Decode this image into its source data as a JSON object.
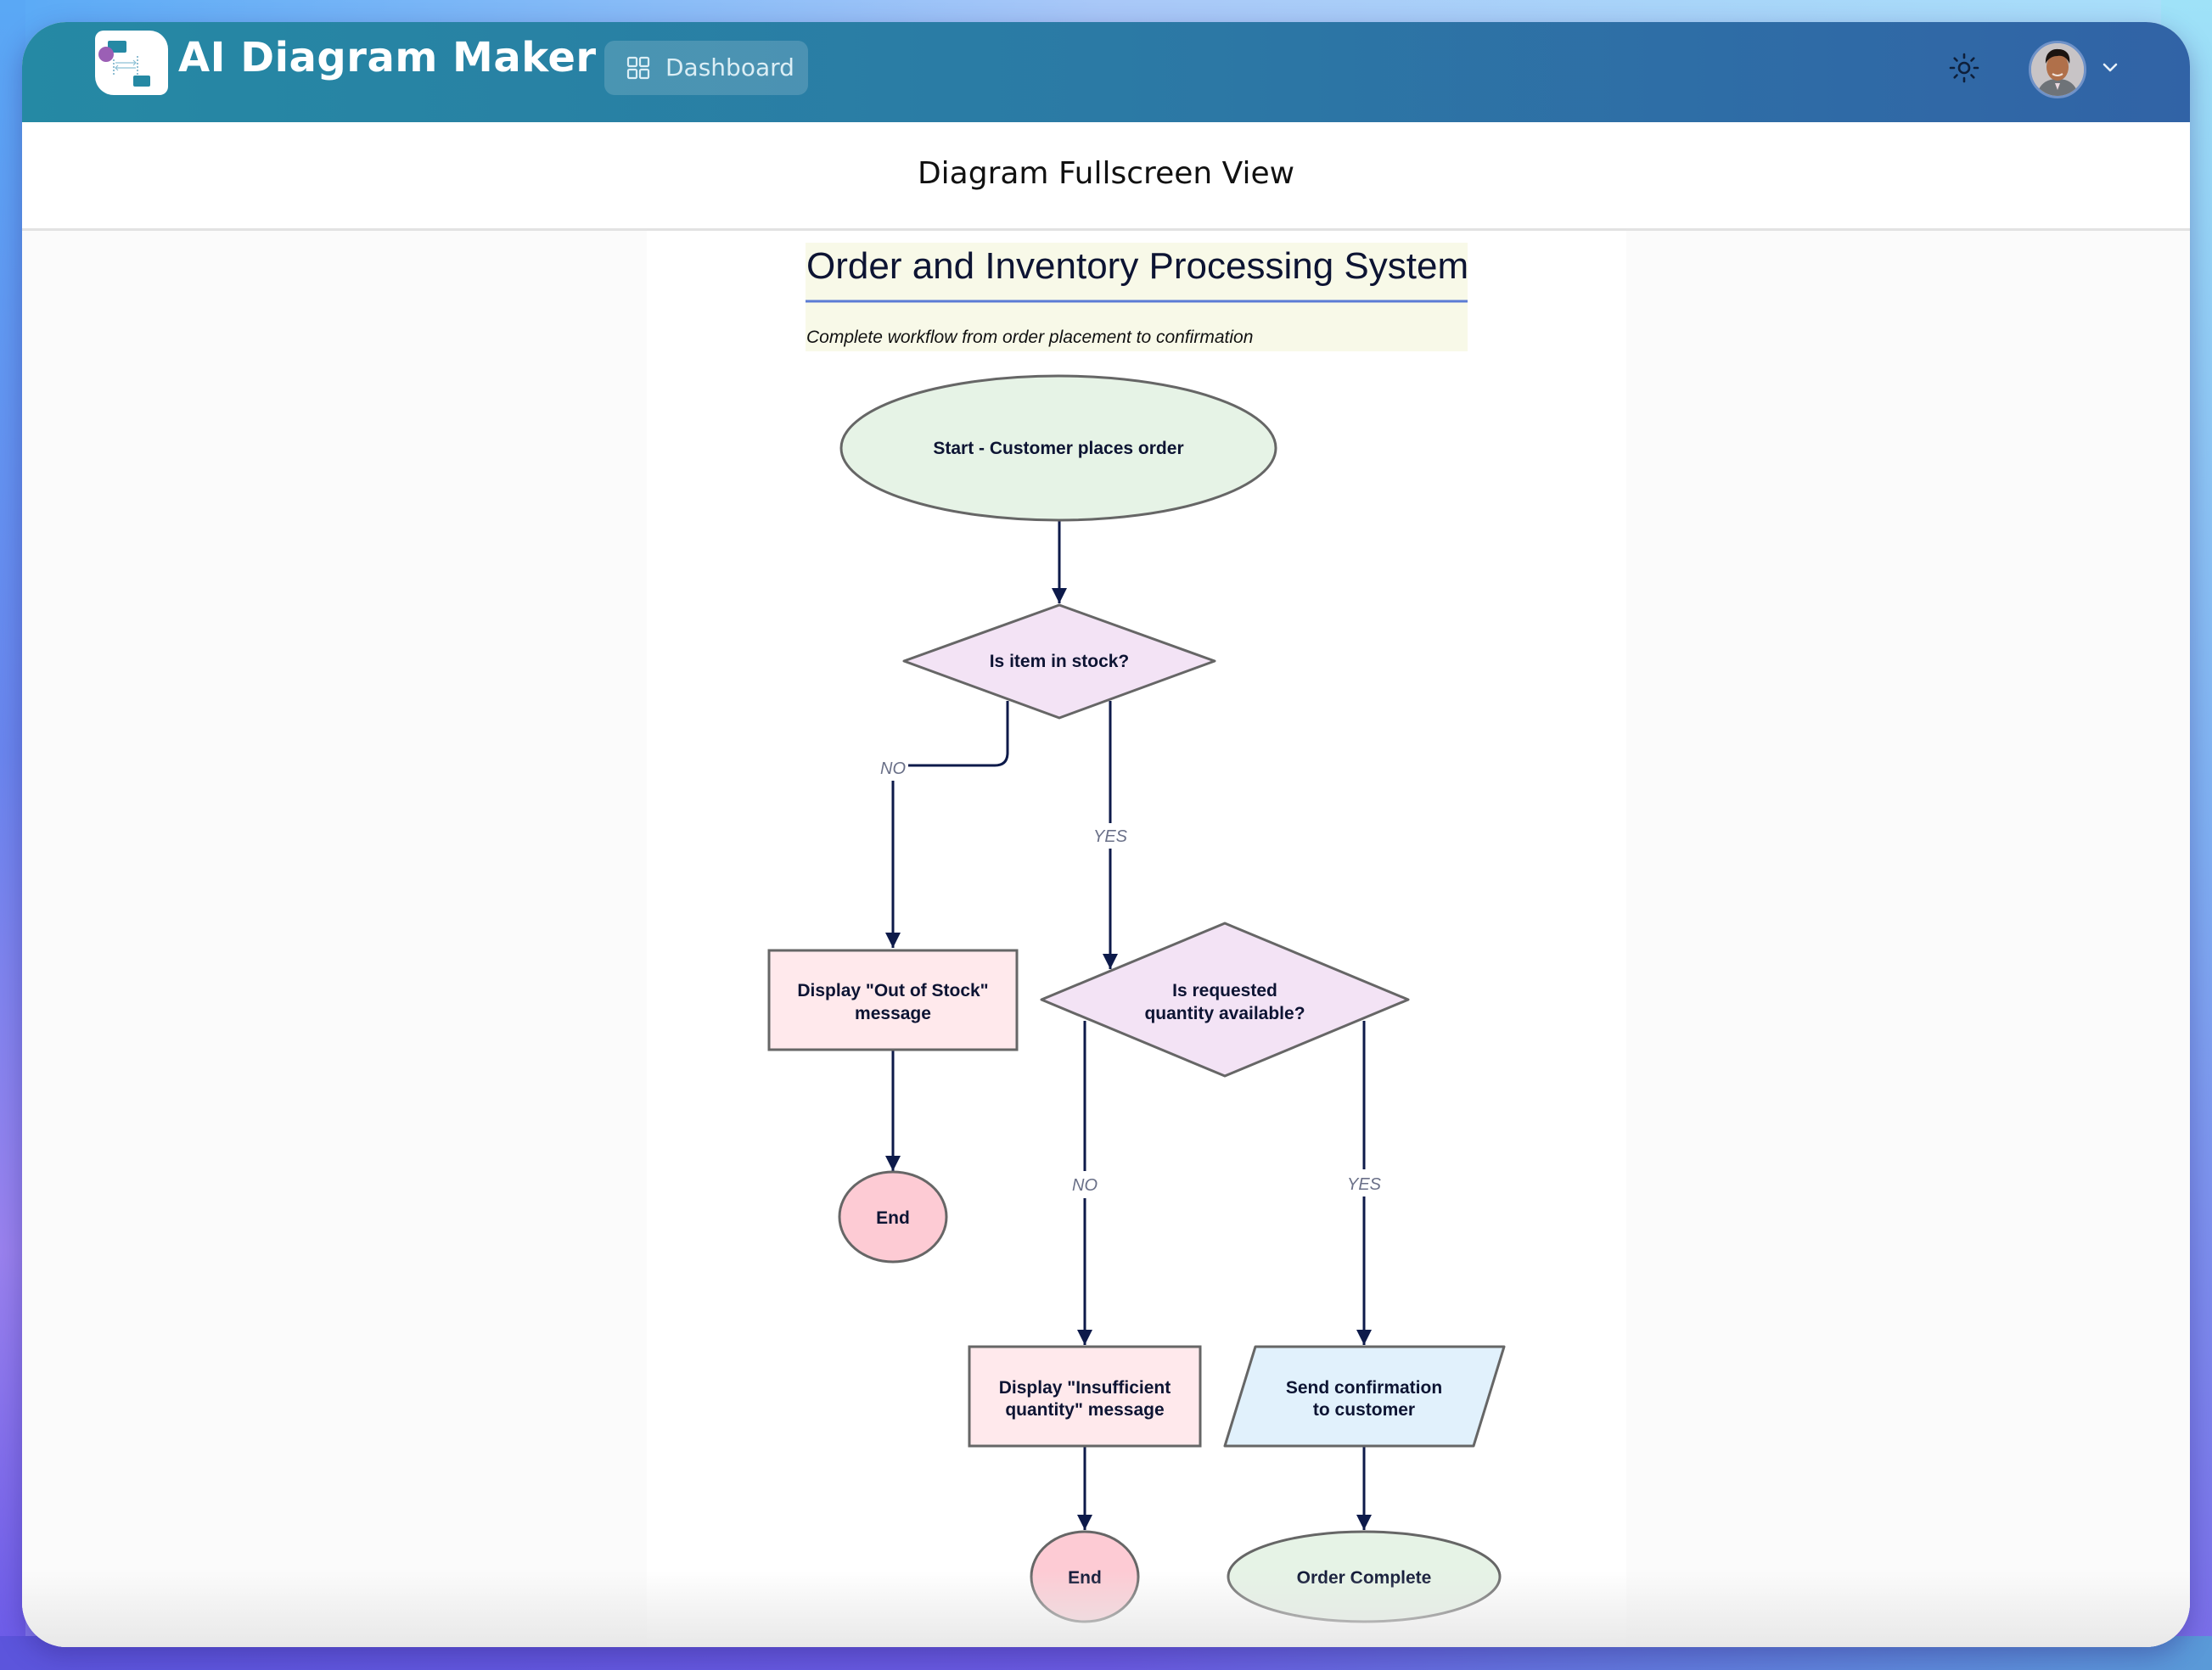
{
  "app": {
    "title": "AI Diagram Maker",
    "nav": {
      "dashboard_label": "Dashboard",
      "dashboard_icon": "grid-icon"
    },
    "theme_icon": "sun-icon",
    "user_menu_icon": "chevron-down-icon"
  },
  "page": {
    "title": "Diagram Fullscreen View"
  },
  "diagram": {
    "title": "Order and Inventory Processing System",
    "subtitle": "Complete workflow from order placement to confirmation",
    "nodes": {
      "start": {
        "label": "Start - Customer places order",
        "shape": "ellipse",
        "fill": "#e6f3e6"
      },
      "in_stock": {
        "label": "Is item in stock?",
        "shape": "diamond",
        "fill": "#f3e3f5"
      },
      "out_of_stock": {
        "lines": [
          "Display \"Out of Stock\"",
          "message"
        ],
        "shape": "rect",
        "fill": "#ffe9ec"
      },
      "end1": {
        "label": "End",
        "shape": "circle",
        "fill": "#fdcbd4"
      },
      "qty_available": {
        "lines": [
          "Is requested",
          "quantity available?"
        ],
        "shape": "diamond",
        "fill": "#f3e3f5"
      },
      "insufficient": {
        "lines": [
          "Display \"Insufficient",
          "quantity\" message"
        ],
        "shape": "rect",
        "fill": "#ffe9ec"
      },
      "send_confirmation": {
        "lines": [
          "Send confirmation",
          "to customer"
        ],
        "shape": "parallelogram",
        "fill": "#e1f1fc"
      },
      "end2": {
        "label": "End",
        "shape": "circle",
        "fill": "#fdcbd4"
      },
      "order_complete": {
        "label": "Order Complete",
        "shape": "ellipse",
        "fill": "#e6f3e6"
      }
    },
    "edges": [
      {
        "from": "start",
        "to": "in_stock",
        "label": ""
      },
      {
        "from": "in_stock",
        "to": "out_of_stock",
        "label": "NO"
      },
      {
        "from": "in_stock",
        "to": "qty_available",
        "label": "YES"
      },
      {
        "from": "out_of_stock",
        "to": "end1",
        "label": ""
      },
      {
        "from": "qty_available",
        "to": "insufficient",
        "label": "NO"
      },
      {
        "from": "qty_available",
        "to": "send_confirmation",
        "label": "YES"
      },
      {
        "from": "insufficient",
        "to": "end2",
        "label": ""
      },
      {
        "from": "send_confirmation",
        "to": "order_complete",
        "label": ""
      }
    ],
    "colors": {
      "edge": "#0d1a4a",
      "node_stroke": "#666666",
      "title_underline": "#5b7bd5",
      "title_bg": "#f8f9e8"
    }
  }
}
